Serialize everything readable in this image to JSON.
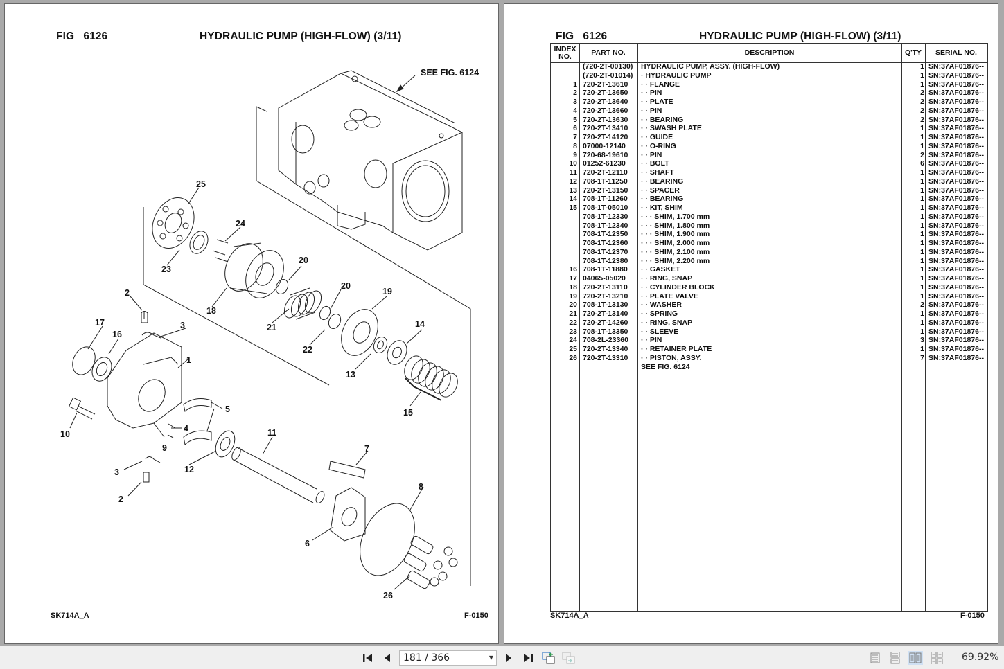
{
  "document": {
    "fig_label": "FIG",
    "fig_number": "6126",
    "title": "HYDRAULIC PUMP (HIGH-FLOW) (3/11)",
    "footer_left": "SK714A_A",
    "footer_right": "F-0150"
  },
  "diagram": {
    "see_fig_callout": "SEE FIG. 6124",
    "callouts": [
      "1",
      "2",
      "2",
      "3",
      "3",
      "4",
      "5",
      "6",
      "7",
      "8",
      "9",
      "10",
      "11",
      "12",
      "13",
      "14",
      "15",
      "16",
      "17",
      "18",
      "19",
      "20",
      "20",
      "21",
      "22",
      "23",
      "24",
      "25",
      "26"
    ]
  },
  "table": {
    "headers": {
      "index": "INDEX NO.",
      "part_no": "PART NO.",
      "description": "DESCRIPTION",
      "qty": "Q'TY",
      "serial": "SERIAL NO."
    },
    "rows": [
      {
        "index": "",
        "part_no": "(720-2T-00130)",
        "description": "HYDRAULIC PUMP, ASSY. (HIGH-FLOW)",
        "qty": "1",
        "serial": "SN:37AF01876--"
      },
      {
        "index": "",
        "part_no": "(720-2T-01014)",
        "description": "· HYDRAULIC PUMP",
        "qty": "1",
        "serial": "SN:37AF01876--"
      },
      {
        "index": "1",
        "part_no": "720-2T-13610",
        "description": "· · FLANGE",
        "qty": "1",
        "serial": "SN:37AF01876--"
      },
      {
        "index": "2",
        "part_no": "720-2T-13650",
        "description": "· · PIN",
        "qty": "2",
        "serial": "SN:37AF01876--"
      },
      {
        "index": "3",
        "part_no": "720-2T-13640",
        "description": "· · PLATE",
        "qty": "2",
        "serial": "SN:37AF01876--"
      },
      {
        "index": "4",
        "part_no": "720-2T-13660",
        "description": "· · PIN",
        "qty": "2",
        "serial": "SN:37AF01876--"
      },
      {
        "index": "5",
        "part_no": "720-2T-13630",
        "description": "· · BEARING",
        "qty": "2",
        "serial": "SN:37AF01876--"
      },
      {
        "index": "6",
        "part_no": "720-2T-13410",
        "description": "· · SWASH PLATE",
        "qty": "1",
        "serial": "SN:37AF01876--"
      },
      {
        "index": "7",
        "part_no": "720-2T-14120",
        "description": "· · GUIDE",
        "qty": "1",
        "serial": "SN:37AF01876--"
      },
      {
        "index": "8",
        "part_no": "07000-12140",
        "description": "· · O-RING",
        "qty": "1",
        "serial": "SN:37AF01876--"
      },
      {
        "index": "9",
        "part_no": "720-68-19610",
        "description": "· · PIN",
        "qty": "2",
        "serial": "SN:37AF01876--"
      },
      {
        "index": "10",
        "part_no": "01252-61230",
        "description": "· · BOLT",
        "qty": "6",
        "serial": "SN:37AF01876--"
      },
      {
        "index": "11",
        "part_no": "720-2T-12110",
        "description": "· · SHAFT",
        "qty": "1",
        "serial": "SN:37AF01876--"
      },
      {
        "index": "12",
        "part_no": "708-1T-11250",
        "description": "· · BEARING",
        "qty": "1",
        "serial": "SN:37AF01876--"
      },
      {
        "index": "13",
        "part_no": "720-2T-13150",
        "description": "· · SPACER",
        "qty": "1",
        "serial": "SN:37AF01876--"
      },
      {
        "index": "14",
        "part_no": "708-1T-11260",
        "description": "· · BEARING",
        "qty": "1",
        "serial": "SN:37AF01876--"
      },
      {
        "index": "15",
        "part_no": "708-1T-05010",
        "description": "· · KIT, SHIM",
        "qty": "1",
        "serial": "SN:37AF01876--"
      },
      {
        "index": "",
        "part_no": "708-1T-12330",
        "description": "· · · SHIM, 1.700 mm",
        "qty": "1",
        "serial": "SN:37AF01876--"
      },
      {
        "index": "",
        "part_no": "708-1T-12340",
        "description": "· · · SHIM, 1.800 mm",
        "qty": "1",
        "serial": "SN:37AF01876--"
      },
      {
        "index": "",
        "part_no": "708-1T-12350",
        "description": "· · · SHIM, 1.900 mm",
        "qty": "1",
        "serial": "SN:37AF01876--"
      },
      {
        "index": "",
        "part_no": "708-1T-12360",
        "description": "· · · SHIM, 2.000 mm",
        "qty": "1",
        "serial": "SN:37AF01876--"
      },
      {
        "index": "",
        "part_no": "708-1T-12370",
        "description": "· · · SHIM, 2.100 mm",
        "qty": "1",
        "serial": "SN:37AF01876--"
      },
      {
        "index": "",
        "part_no": "708-1T-12380",
        "description": "· · · SHIM, 2.200 mm",
        "qty": "1",
        "serial": "SN:37AF01876--"
      },
      {
        "index": "16",
        "part_no": "708-1T-11880",
        "description": "· · GASKET",
        "qty": "1",
        "serial": "SN:37AF01876--"
      },
      {
        "index": "17",
        "part_no": "04065-05020",
        "description": "· · RING, SNAP",
        "qty": "1",
        "serial": "SN:37AF01876--"
      },
      {
        "index": "18",
        "part_no": "720-2T-13110",
        "description": "· · CYLINDER BLOCK",
        "qty": "1",
        "serial": "SN:37AF01876--"
      },
      {
        "index": "19",
        "part_no": "720-2T-13210",
        "description": "· · PLATE VALVE",
        "qty": "1",
        "serial": "SN:37AF01876--"
      },
      {
        "index": "20",
        "part_no": "708-1T-13130",
        "description": "· · WASHER",
        "qty": "2",
        "serial": "SN:37AF01876--"
      },
      {
        "index": "21",
        "part_no": "720-2T-13140",
        "description": "· · SPRING",
        "qty": "1",
        "serial": "SN:37AF01876--"
      },
      {
        "index": "22",
        "part_no": "720-2T-14260",
        "description": "· · RING, SNAP",
        "qty": "1",
        "serial": "SN:37AF01876--"
      },
      {
        "index": "23",
        "part_no": "708-1T-13350",
        "description": "· · SLEEVE",
        "qty": "1",
        "serial": "SN:37AF01876--"
      },
      {
        "index": "24",
        "part_no": "708-2L-23360",
        "description": "· · PIN",
        "qty": "3",
        "serial": "SN:37AF01876--"
      },
      {
        "index": "25",
        "part_no": "720-2T-13340",
        "description": "· · RETAINER PLATE",
        "qty": "1",
        "serial": "SN:37AF01876--"
      },
      {
        "index": "26",
        "part_no": "720-2T-13310",
        "description": "· · PISTON, ASSY.",
        "qty": "7",
        "serial": "SN:37AF01876--"
      },
      {
        "index": "",
        "part_no": "",
        "description": "SEE FIG. 6124",
        "qty": "",
        "serial": ""
      }
    ]
  },
  "toolbar": {
    "first_page_icon": "first-page-icon",
    "prev_page_icon": "previous-page-icon",
    "page_indicator": "181 / 366",
    "next_page_icon": "next-page-icon",
    "last_page_icon": "last-page-icon",
    "back_icon": "previous-view-icon",
    "forward_icon": "next-view-icon",
    "view_modes": [
      "single-page-icon",
      "continuous-page-icon",
      "facing-pages-icon",
      "continuous-facing-icon"
    ],
    "active_view_mode": "facing-pages-icon",
    "zoom_level": "69.92%"
  }
}
